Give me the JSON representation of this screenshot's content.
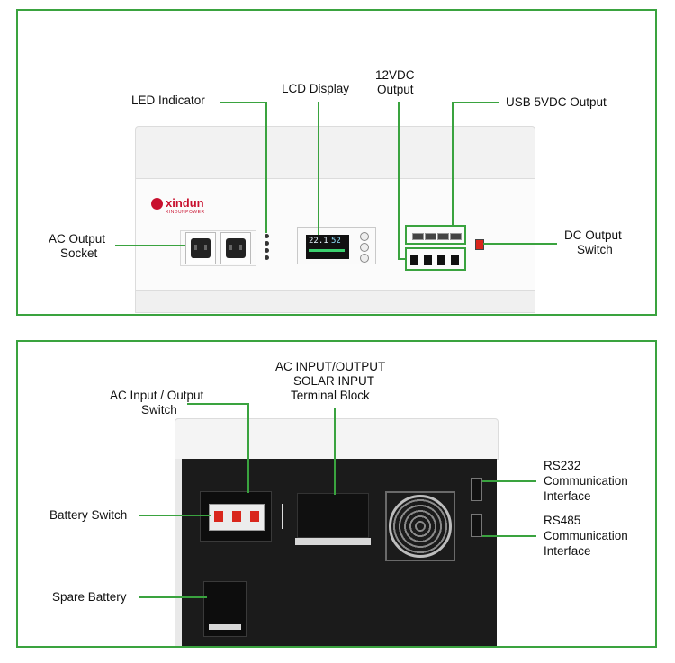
{
  "brand": {
    "logo_text": "xindun",
    "logo_subtext": "XINDUNPOWER"
  },
  "front_panel": {
    "labels": {
      "led_indicator": "LED Indicator",
      "lcd_display": "LCD Display",
      "dc12v_line1": "12VDC",
      "dc12v_line2": "Output",
      "usb_output": "USB 5VDC Output",
      "ac_socket_line1": "AC Output",
      "ac_socket_line2": "Socket",
      "dc_switch_line1": "DC Output",
      "dc_switch_line2": "Switch"
    },
    "lcd_reading_1": "22.1",
    "lcd_reading_2": "52"
  },
  "back_panel": {
    "labels": {
      "terminal_line1": "AC INPUT/OUTPUT",
      "terminal_line2": "SOLAR INPUT",
      "terminal_line3": "Terminal Block",
      "ac_switch_line1": "AC Input / Output",
      "ac_switch_line2": "Switch",
      "battery_switch": "Battery Switch",
      "spare_battery": "Spare Battery",
      "rs232_line1": "RS232",
      "rs232_line2": "Communication",
      "rs232_line3": "Interface",
      "rs485_line1": "RS485",
      "rs485_line2": "Communication",
      "rs485_line3": "Interface"
    }
  },
  "colors": {
    "accent_green": "#3aa33f",
    "device_white": "#f7f7f7",
    "device_dark": "#1b1b1b",
    "logo_red": "#c8102e"
  }
}
